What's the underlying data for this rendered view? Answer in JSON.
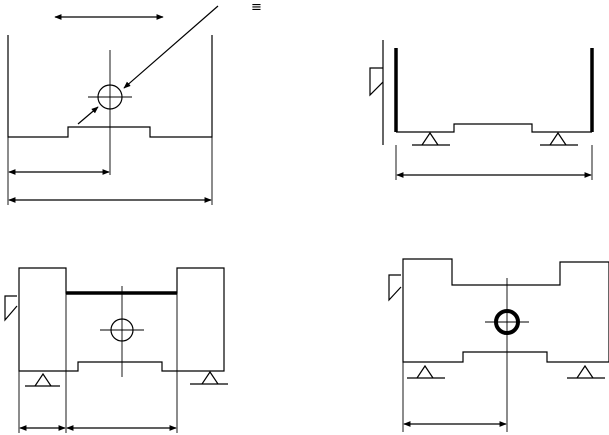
{
  "figure": {
    "panel_count": 4,
    "symbol_text": "≡",
    "line_color": "#000000",
    "background": "#ffffff"
  },
  "panels": [
    {
      "id": "top-left",
      "shape": "part-with-tall-side-walls",
      "bore": "thin",
      "supports": false
    },
    {
      "id": "top-right",
      "shape": "part-with-heavy-side-walls",
      "bore": "none",
      "supports": true
    },
    {
      "id": "bottom-left",
      "shape": "part-with-side-blocks",
      "bore": "thin",
      "supports": true
    },
    {
      "id": "bottom-right",
      "shape": "block-with-center-bore",
      "bore": "thick",
      "supports": true
    }
  ]
}
